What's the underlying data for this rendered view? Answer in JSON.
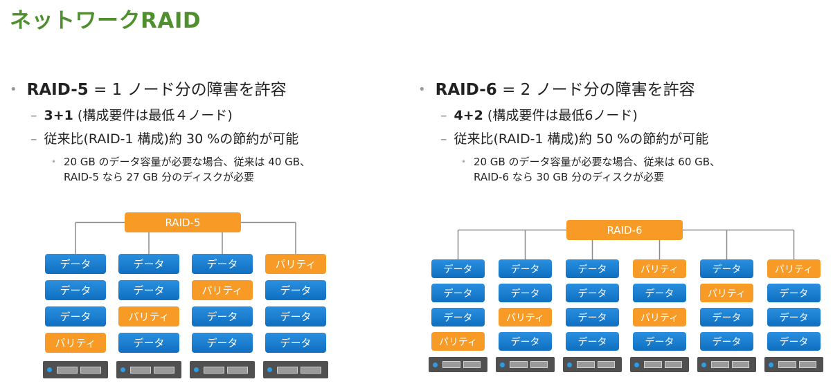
{
  "title": "ネットワークRAID",
  "left": {
    "bullet_bold": "RAID-5",
    "bullet_rest": " = 1 ノード分の障害を許容",
    "sub1_bold": "3+1",
    "sub1_rest": " (構成要件は最低４ノード)",
    "sub2": "従来比(RAID-1 構成)約 30 %の節約が可能",
    "note_line1": "20 GB のデータ容量が必要な場合、従来は 40 GB、",
    "note_line2": "RAID-5 なら 27 GB 分のディスクが必要",
    "raid_label": "RAID-5",
    "columns": [
      [
        "データ",
        "データ",
        "データ",
        "パリティ"
      ],
      [
        "データ",
        "データ",
        "パリティ",
        "データ"
      ],
      [
        "データ",
        "パリティ",
        "データ",
        "データ"
      ],
      [
        "パリティ",
        "データ",
        "データ",
        "データ"
      ]
    ]
  },
  "right": {
    "bullet_bold": "RAID-6",
    "bullet_rest": " = 2 ノード分の障害を許容",
    "sub1_bold": "4+2",
    "sub1_rest": " (構成要件は最低6ノード)",
    "sub2": "従来比(RAID-1 構成)約 50 %の節約が可能",
    "note_line1": "20 GB のデータ容量が必要な場合、従来は 60 GB、",
    "note_line2": "RAID-6 なら 30 GB 分のディスクが必要",
    "raid_label": "RAID-6",
    "columns": [
      [
        "データ",
        "データ",
        "データ",
        "パリティ"
      ],
      [
        "データ",
        "データ",
        "パリティ",
        "データ"
      ],
      [
        "データ",
        "データ",
        "データ",
        "データ"
      ],
      [
        "パリティ",
        "データ",
        "パリティ",
        "データ"
      ],
      [
        "データ",
        "パリティ",
        "データ",
        "データ"
      ],
      [
        "パリティ",
        "データ",
        "データ",
        "データ"
      ]
    ]
  },
  "colors": {
    "title": "#4f8f2f",
    "data": "#1a7fd4",
    "parity": "#f79a26",
    "server": "#505050"
  }
}
